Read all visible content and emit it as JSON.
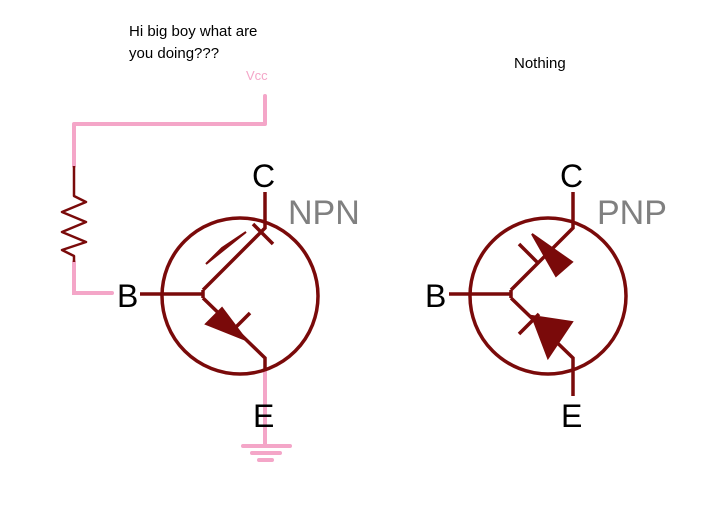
{
  "speech_line1": "Hi big boy what are",
  "speech_line2": "you doing???",
  "reply": "Nothing",
  "supply_label": "Vcc",
  "npn": {
    "type_label": "NPN",
    "collector": "C",
    "base": "B",
    "emitter": "E"
  },
  "pnp": {
    "type_label": "PNP",
    "collector": "C",
    "base": "B",
    "emitter": "E"
  },
  "colors": {
    "symbol": "#7a0a0a",
    "wire": "#f4a6c8",
    "type_label": "#808080",
    "text": "#000000"
  }
}
